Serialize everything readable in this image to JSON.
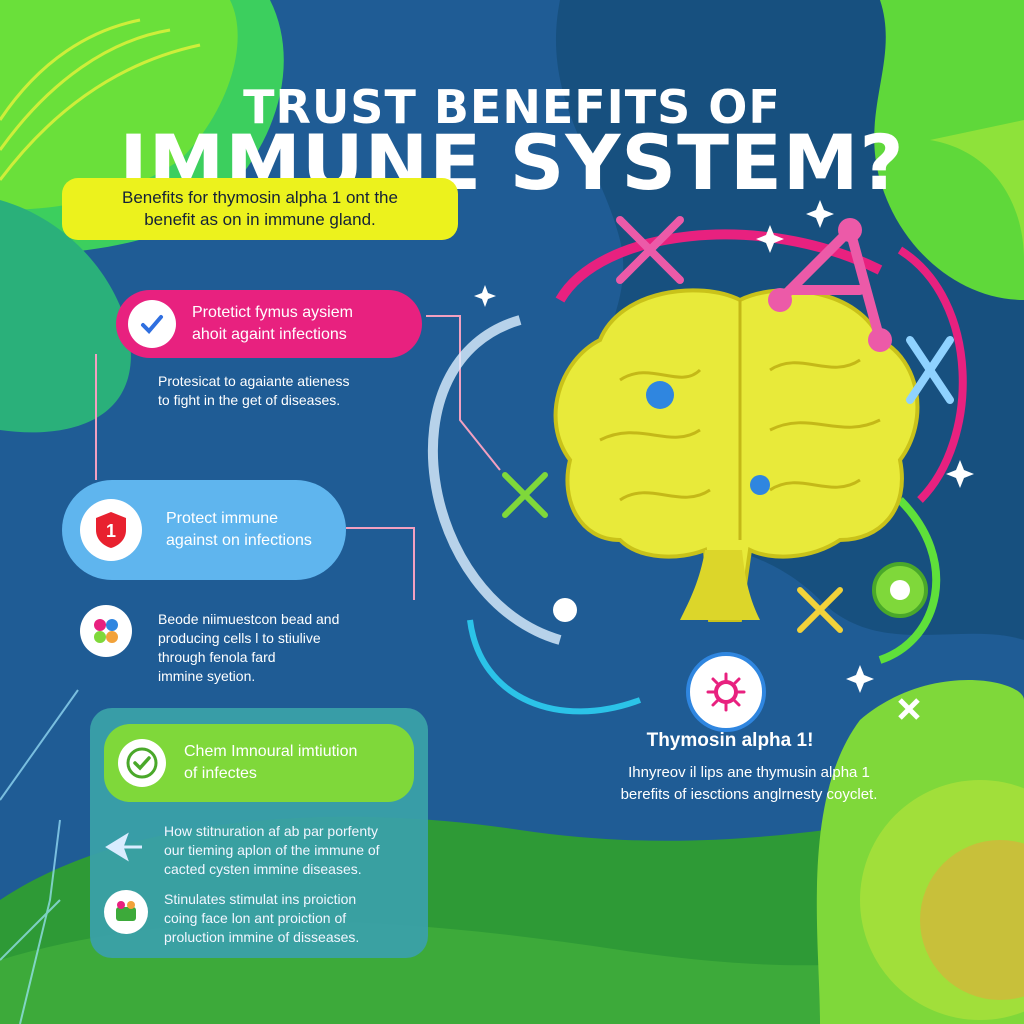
{
  "header": {
    "title_top": "TRUST BENEFITS OF",
    "title_main": "IMMUNE SYSTEM?"
  },
  "banner": {
    "line1": "Benefits for thymosin alpha 1 ont the",
    "line2": "benefit as on in immune gland."
  },
  "card1": {
    "line1": "Protetict fymus aysiem",
    "line2": "ahoit againt infections",
    "desc_line1": "Protesicat to agaiante atieness",
    "desc_line2": "to fight in the get of diseases."
  },
  "card2": {
    "badge": "1",
    "line1": "Protect immune",
    "line2": "against on infections",
    "desc_line1": "Beode niimuestcon bead and",
    "desc_line2": "producing cells l to stiulive",
    "desc_line3": "through fenola fard",
    "desc_line4": "immine syetion."
  },
  "card3": {
    "line1": "Chem Imnoural imtiution",
    "line2": "of infectes",
    "item1_line1": "How stitnuration af ab par porfenty",
    "item1_line2": "our tieming aplon of the immune of",
    "item1_line3": "cacted cysten immine diseases.",
    "item2_line1": "Stinulates stimulat ins proiction",
    "item2_line2": "coing face lon ant proiction of",
    "item2_line3": "proluction immine of disseases."
  },
  "feature": {
    "title": "Thymosin alpha 1!",
    "desc_line1": "Ihnyreov il lips ane thymusin alpha 1",
    "desc_line2": "berefits of iesctions anglrnesty coyclet."
  },
  "colors": {
    "background": "#1f5c95",
    "pink": "#e8217f",
    "yellow": "#ecf21d",
    "lightblue": "#5fb5ee",
    "lime": "#7fd83a",
    "green": "#3daa3a"
  },
  "icons": {
    "card1": "check-icon",
    "card2": "shield-icon",
    "card3": "check-circle-icon",
    "main": "brain-illustration"
  }
}
